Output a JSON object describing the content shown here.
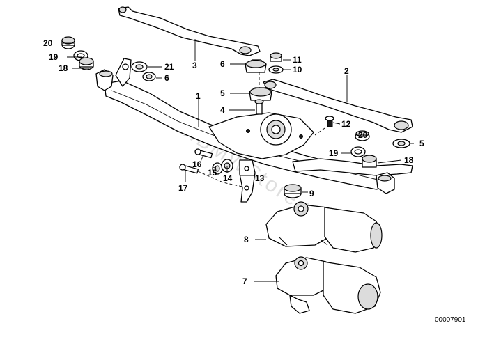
{
  "watermark": "www.BMWStore.pl",
  "document_number": "00007901",
  "callouts": {
    "c1": "1",
    "c2": "2",
    "c3": "3",
    "c4": "4",
    "c5a": "5",
    "c5b": "5",
    "c6a": "6",
    "c6b": "6",
    "c7": "7",
    "c8": "8",
    "c9": "9",
    "c10": "10",
    "c11": "11",
    "c12": "12",
    "c13": "13",
    "c14": "14",
    "c15": "15",
    "c16": "16",
    "c17": "17",
    "c18a": "18",
    "c18b": "18",
    "c19a": "19",
    "c19b": "19",
    "c20a": "20",
    "c20b": "20",
    "c21": "21"
  }
}
